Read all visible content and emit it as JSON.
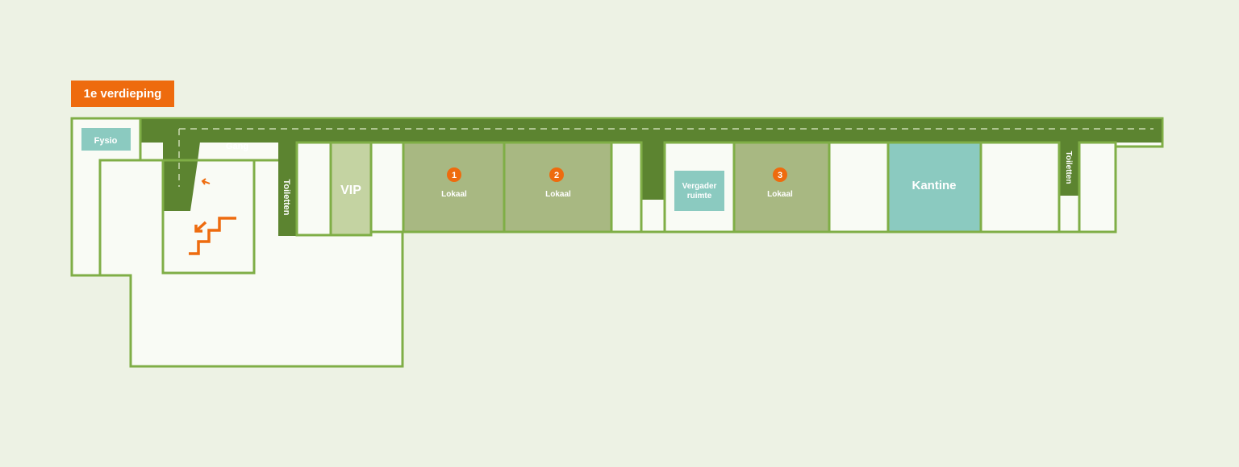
{
  "floor_label": "1e verdieping",
  "colors": {
    "background": "#edf2e4",
    "wall": "#7fae46",
    "corridor": "#5c8430",
    "room": "#f9fbf5",
    "classroom": "#a8b882",
    "vip": "#c4d3a2",
    "teal": "#8bcac0",
    "accent": "#ee6b0e"
  },
  "rooms": {
    "fysio": "Fysio",
    "gang": "Gang",
    "toiletten_left": "Toiletten",
    "vip": "VIP",
    "lokaal1": {
      "number": "1",
      "label": "Lokaal"
    },
    "lokaal2": {
      "number": "2",
      "label": "Lokaal"
    },
    "vergader": {
      "line1": "Vergader",
      "line2": "ruimte"
    },
    "lokaal3": {
      "number": "3",
      "label": "Lokaal"
    },
    "kantine": "Kantine",
    "toiletten_right": "Toiletten"
  }
}
